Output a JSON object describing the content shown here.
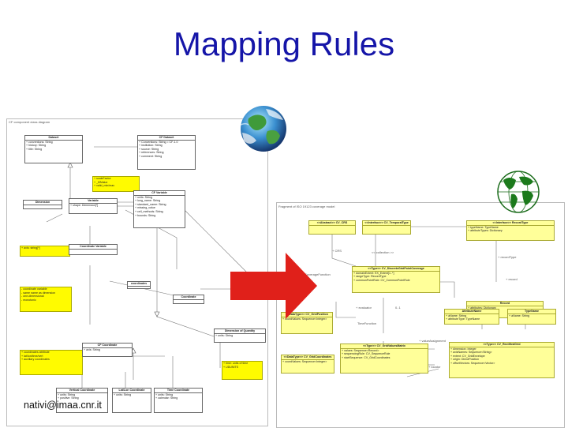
{
  "title": "Mapping Rules",
  "footer": "nativi@imaa.cnr.it",
  "left_diagram": {
    "label": "CF component class diagram",
    "boxes": [
      {
        "title": "Dataset",
        "lines": [
          "+ conventions: String",
          "+ history: String",
          "+ title: String"
        ]
      },
      {
        "title": "CF Dataset",
        "lines": [
          "+ Conventions: String = CF-1.0",
          "+ institution: String",
          "+ source: String",
          "+ references: String",
          "+ comment: String"
        ]
      },
      {
        "title": "",
        "lines": [
          "+ scaleFactor",
          "+ _fillValue",
          "+ valid_min/max"
        ]
      },
      {
        "title": "Dimension",
        "lines": []
      },
      {
        "title": "Variable",
        "lines": [
          "+ shape: Dimension[*]"
        ]
      },
      {
        "title": "CF Variable",
        "lines": [
          "+ units: String",
          "+ long_name: String",
          "+ standard_name: String",
          "+ missing_value",
          "+ cell_methods: String",
          "+ bounds: String"
        ]
      },
      {
        "title": "",
        "lines": [
          "+ axis: string[*]"
        ]
      },
      {
        "title": "Coordinate Variable",
        "lines": []
      },
      {
        "title": "",
        "lines": [
          "- coordinate variable",
          "- same name as dimension",
          "- one-dimensional",
          "- monotonic"
        ]
      },
      {
        "title": "coordinates",
        "lines": []
      },
      {
        "title": "Coordinate",
        "lines": []
      },
      {
        "title": "Dimension of Quantity",
        "lines": [
          "+ units: String"
        ]
      },
      {
        "title": "",
        "lines": [
          "+ coordinates attribute",
          "+ lat/lon/time/vert",
          "+ auxiliary coordinates"
        ]
      },
      {
        "title": "CF Coordinate",
        "lines": [
          "+ axis: String"
        ]
      },
      {
        "title": "",
        "lines": [
          "+ time: units of time",
          "+ UDUNITS"
        ]
      },
      {
        "title": "Vertical Coordinate",
        "lines": [
          "+ units: String",
          "+ positive: String"
        ]
      },
      {
        "title": "Lat/Lon Coordinate",
        "lines": [
          "+ units: String"
        ]
      },
      {
        "title": "Time Coordinate",
        "lines": [
          "+ units: String",
          "+ calendar: String"
        ]
      }
    ]
  },
  "right_diagram": {
    "label": "Fragment of ISO 19123 coverage model",
    "boxes": [
      {
        "title": "<<Abstract>> CV_CRS",
        "lines": []
      },
      {
        "title": "<<Interface>> CV_TemporalType",
        "lines": []
      },
      {
        "title": "<<Interface>> RecordType",
        "lines": [
          "+ typeName: TypeName",
          "+ attributeTypes: Dictionary"
        ]
      },
      {
        "title": "<<Type>> CV_DiscreteGridPointCoverage",
        "lines": [
          "+ domainExtent: EX_Extent[1..*]",
          "+ rangeType: RecordType",
          "+ commonPointRule: CV_CommonPointRule"
        ]
      },
      {
        "title": "Record",
        "lines": [
          "+ attributes: Dictionary"
        ]
      },
      {
        "title": "<<DataType>> CV_GridPosition",
        "lines": [
          "+ coordValues: Sequence<Integer>"
        ]
      },
      {
        "title": "AttributeName",
        "lines": [
          "+ aName: String",
          "+ attributeType: TypeName"
        ]
      },
      {
        "title": "TypeName",
        "lines": [
          "+ aName: String"
        ]
      },
      {
        "title": "<<Type>> CV_GridValuesMatrix",
        "lines": [
          "+ values: Sequence<Record>",
          "+ sequencingRule: CV_SequenceRule",
          "+ startSequence: CV_GridCoordinates"
        ]
      },
      {
        "title": "<<DataType>> CV_GridCoordinates",
        "lines": [
          "+ coordValues: Sequence<Integer>"
        ]
      },
      {
        "title": "<<Type>> CV_RectifiedGrid",
        "lines": [
          "+ dimension: Integer",
          "+ axisNames: Sequence<String>",
          "+ extent: CV_GridEnvelope",
          "+ origin: DirectPosition",
          "+ offsetVectors: Sequence<Vector>"
        ]
      }
    ],
    "labels": [
      "+ CRS",
      "<< collection >>",
      "+ recordType",
      "CoverageFunction",
      "TimeFunction",
      "+ valueAssignment",
      "+ evaluator",
      "+ record",
      "+ locator",
      "0..1"
    ]
  },
  "icons": {
    "globe": "globe-icon",
    "world_map": "world-map-icon",
    "arrow": "mapping-arrow-icon"
  },
  "colors": {
    "title": "#1515a8",
    "arrow": "#e0201a",
    "note_yellow": "#fffb00",
    "class_yellow": "#ffff99"
  }
}
